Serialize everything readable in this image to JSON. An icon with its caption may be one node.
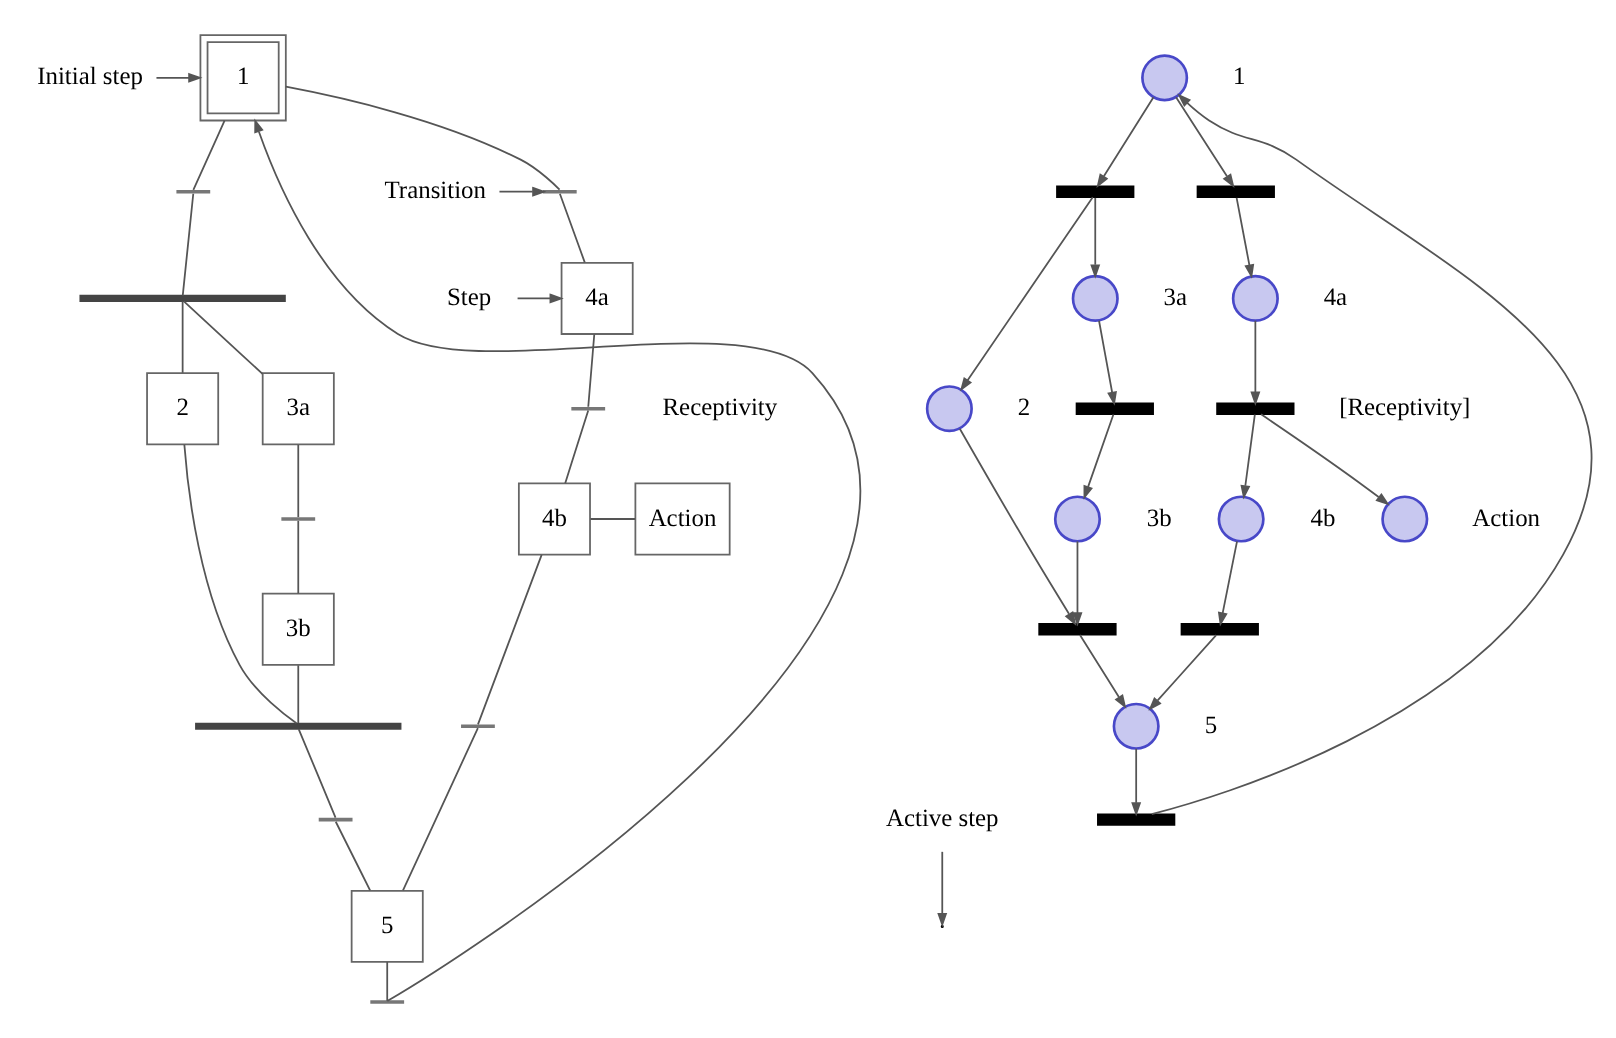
{
  "diagram": {
    "nodes": [
      {
        "text": [
          "Initial step"
        ]
      },
      {
        "text": [
          "1"
        ]
      },
      {
        "text": [
          "Transition"
        ]
      },
      {
        "text": [],
        "shape": "bar"
      },
      {
        "text": [],
        "shape": "bar"
      },
      {
        "text": [],
        "shape": "bar"
      },
      {
        "text": [
          "2"
        ]
      },
      {
        "text": [
          "3a"
        ]
      },
      {
        "text": [
          "Step"
        ]
      },
      {
        "text": [
          "4a"
        ]
      },
      {
        "text": [],
        "shape": "bar"
      },
      {
        "text": [],
        "shape": "bar"
      },
      {
        "text": [
          "4b"
        ]
      },
      {
        "text": [
          "Action"
        ]
      },
      {
        "text": [
          "3b"
        ]
      },
      {
        "text": [],
        "shape": "bar"
      },
      {
        "text": [],
        "shape": "bar"
      },
      {
        "text": [
          "Active step"
        ]
      },
      {
        "text": [],
        "shape": "bar"
      },
      {
        "text": [
          "5"
        ]
      },
      {
        "text": [],
        "shape": "bar"
      },
      {
        "text": [],
        "shape": "circle",
        "beside": [
          "1"
        ]
      },
      {
        "text": [],
        "shape": "bar"
      },
      {
        "text": [],
        "shape": "bar"
      },
      {
        "text": [],
        "shape": "circle",
        "beside": [
          "2"
        ]
      },
      {
        "text": [],
        "shape": "circle",
        "beside": [
          "3a"
        ]
      },
      {
        "text": [],
        "shape": "circle",
        "beside": [
          "4a"
        ]
      },
      {
        "text": [],
        "shape": "bar"
      },
      {
        "text": [],
        "shape": "bar",
        "beside": [
          "[Receptivity]"
        ]
      },
      {
        "text": [],
        "shape": "circle",
        "beside": [
          "3b"
        ]
      },
      {
        "text": [],
        "shape": "circle",
        "beside": [
          "4b"
        ]
      },
      {
        "text": [],
        "shape": "circle",
        "beside": [
          "Action"
        ]
      },
      {
        "text": [],
        "shape": "bar"
      },
      {
        "text": [],
        "shape": "bar"
      },
      {
        "text": [],
        "shape": "circle",
        "beside": [
          "5"
        ]
      },
      {
        "text": [],
        "shape": "bar"
      }
    ],
    "edges": [
      {
        "from": 0,
        "to": 1,
        "arrow": "to"
      },
      {
        "from": 2,
        "to": 4,
        "arrow": "to"
      },
      {
        "from": 8,
        "to": 9,
        "arrow": "to"
      },
      {
        "from": 17,
        "to": null,
        "arrow": "to"
      },
      {
        "from": 1,
        "to": 3,
        "arrow": "none"
      },
      {
        "from": 1,
        "to": 4,
        "arrow": "none"
      },
      {
        "from": 3,
        "to": 5,
        "arrow": "none"
      },
      {
        "from": 5,
        "to": 6,
        "arrow": "none"
      },
      {
        "from": 5,
        "to": 7,
        "arrow": "none"
      },
      {
        "from": 4,
        "to": 9,
        "arrow": "none"
      },
      {
        "from": 7,
        "to": 10,
        "arrow": "none"
      },
      {
        "from": 10,
        "to": 14,
        "arrow": "none"
      },
      {
        "from": 9,
        "to": 11,
        "arrow": "none"
      },
      {
        "from": 11,
        "to": 12,
        "arrow": "none"
      },
      {
        "from": 12,
        "to": 13,
        "arrow": "none"
      },
      {
        "from": 12,
        "to": 15,
        "arrow": "none"
      },
      {
        "from": 6,
        "to": 16,
        "arrow": "none"
      },
      {
        "from": 14,
        "to": 16,
        "arrow": "none"
      },
      {
        "from": 16,
        "to": 18,
        "arrow": "none"
      },
      {
        "from": 18,
        "to": 19,
        "arrow": "none"
      },
      {
        "from": 15,
        "to": 19,
        "arrow": "none"
      },
      {
        "from": 19,
        "to": 20,
        "arrow": "none"
      },
      {
        "from": 20,
        "to": 1,
        "arrow": "to"
      },
      {
        "from": 21,
        "to": 22,
        "arrow": "to"
      },
      {
        "from": 21,
        "to": 23,
        "arrow": "to"
      },
      {
        "from": 22,
        "to": 24,
        "arrow": "to"
      },
      {
        "from": 22,
        "to": 25,
        "arrow": "to"
      },
      {
        "from": 23,
        "to": 26,
        "arrow": "to"
      },
      {
        "from": 25,
        "to": 27,
        "arrow": "to"
      },
      {
        "from": 26,
        "to": 28,
        "arrow": "to"
      },
      {
        "from": 27,
        "to": 29,
        "arrow": "to"
      },
      {
        "from": 28,
        "to": 30,
        "arrow": "to"
      },
      {
        "from": 28,
        "to": 31,
        "arrow": "to"
      },
      {
        "from": 24,
        "to": 32,
        "arrow": "to"
      },
      {
        "from": 29,
        "to": 32,
        "arrow": "to"
      },
      {
        "from": 30,
        "to": 33,
        "arrow": "to"
      },
      {
        "from": 32,
        "to": 34,
        "arrow": "to"
      },
      {
        "from": 33,
        "to": 34,
        "arrow": "to"
      },
      {
        "from": 34,
        "to": 35,
        "arrow": "to"
      },
      {
        "from": 35,
        "to": 21,
        "arrow": "to"
      }
    ],
    "labels": [
      "Receptivity"
    ]
  }
}
